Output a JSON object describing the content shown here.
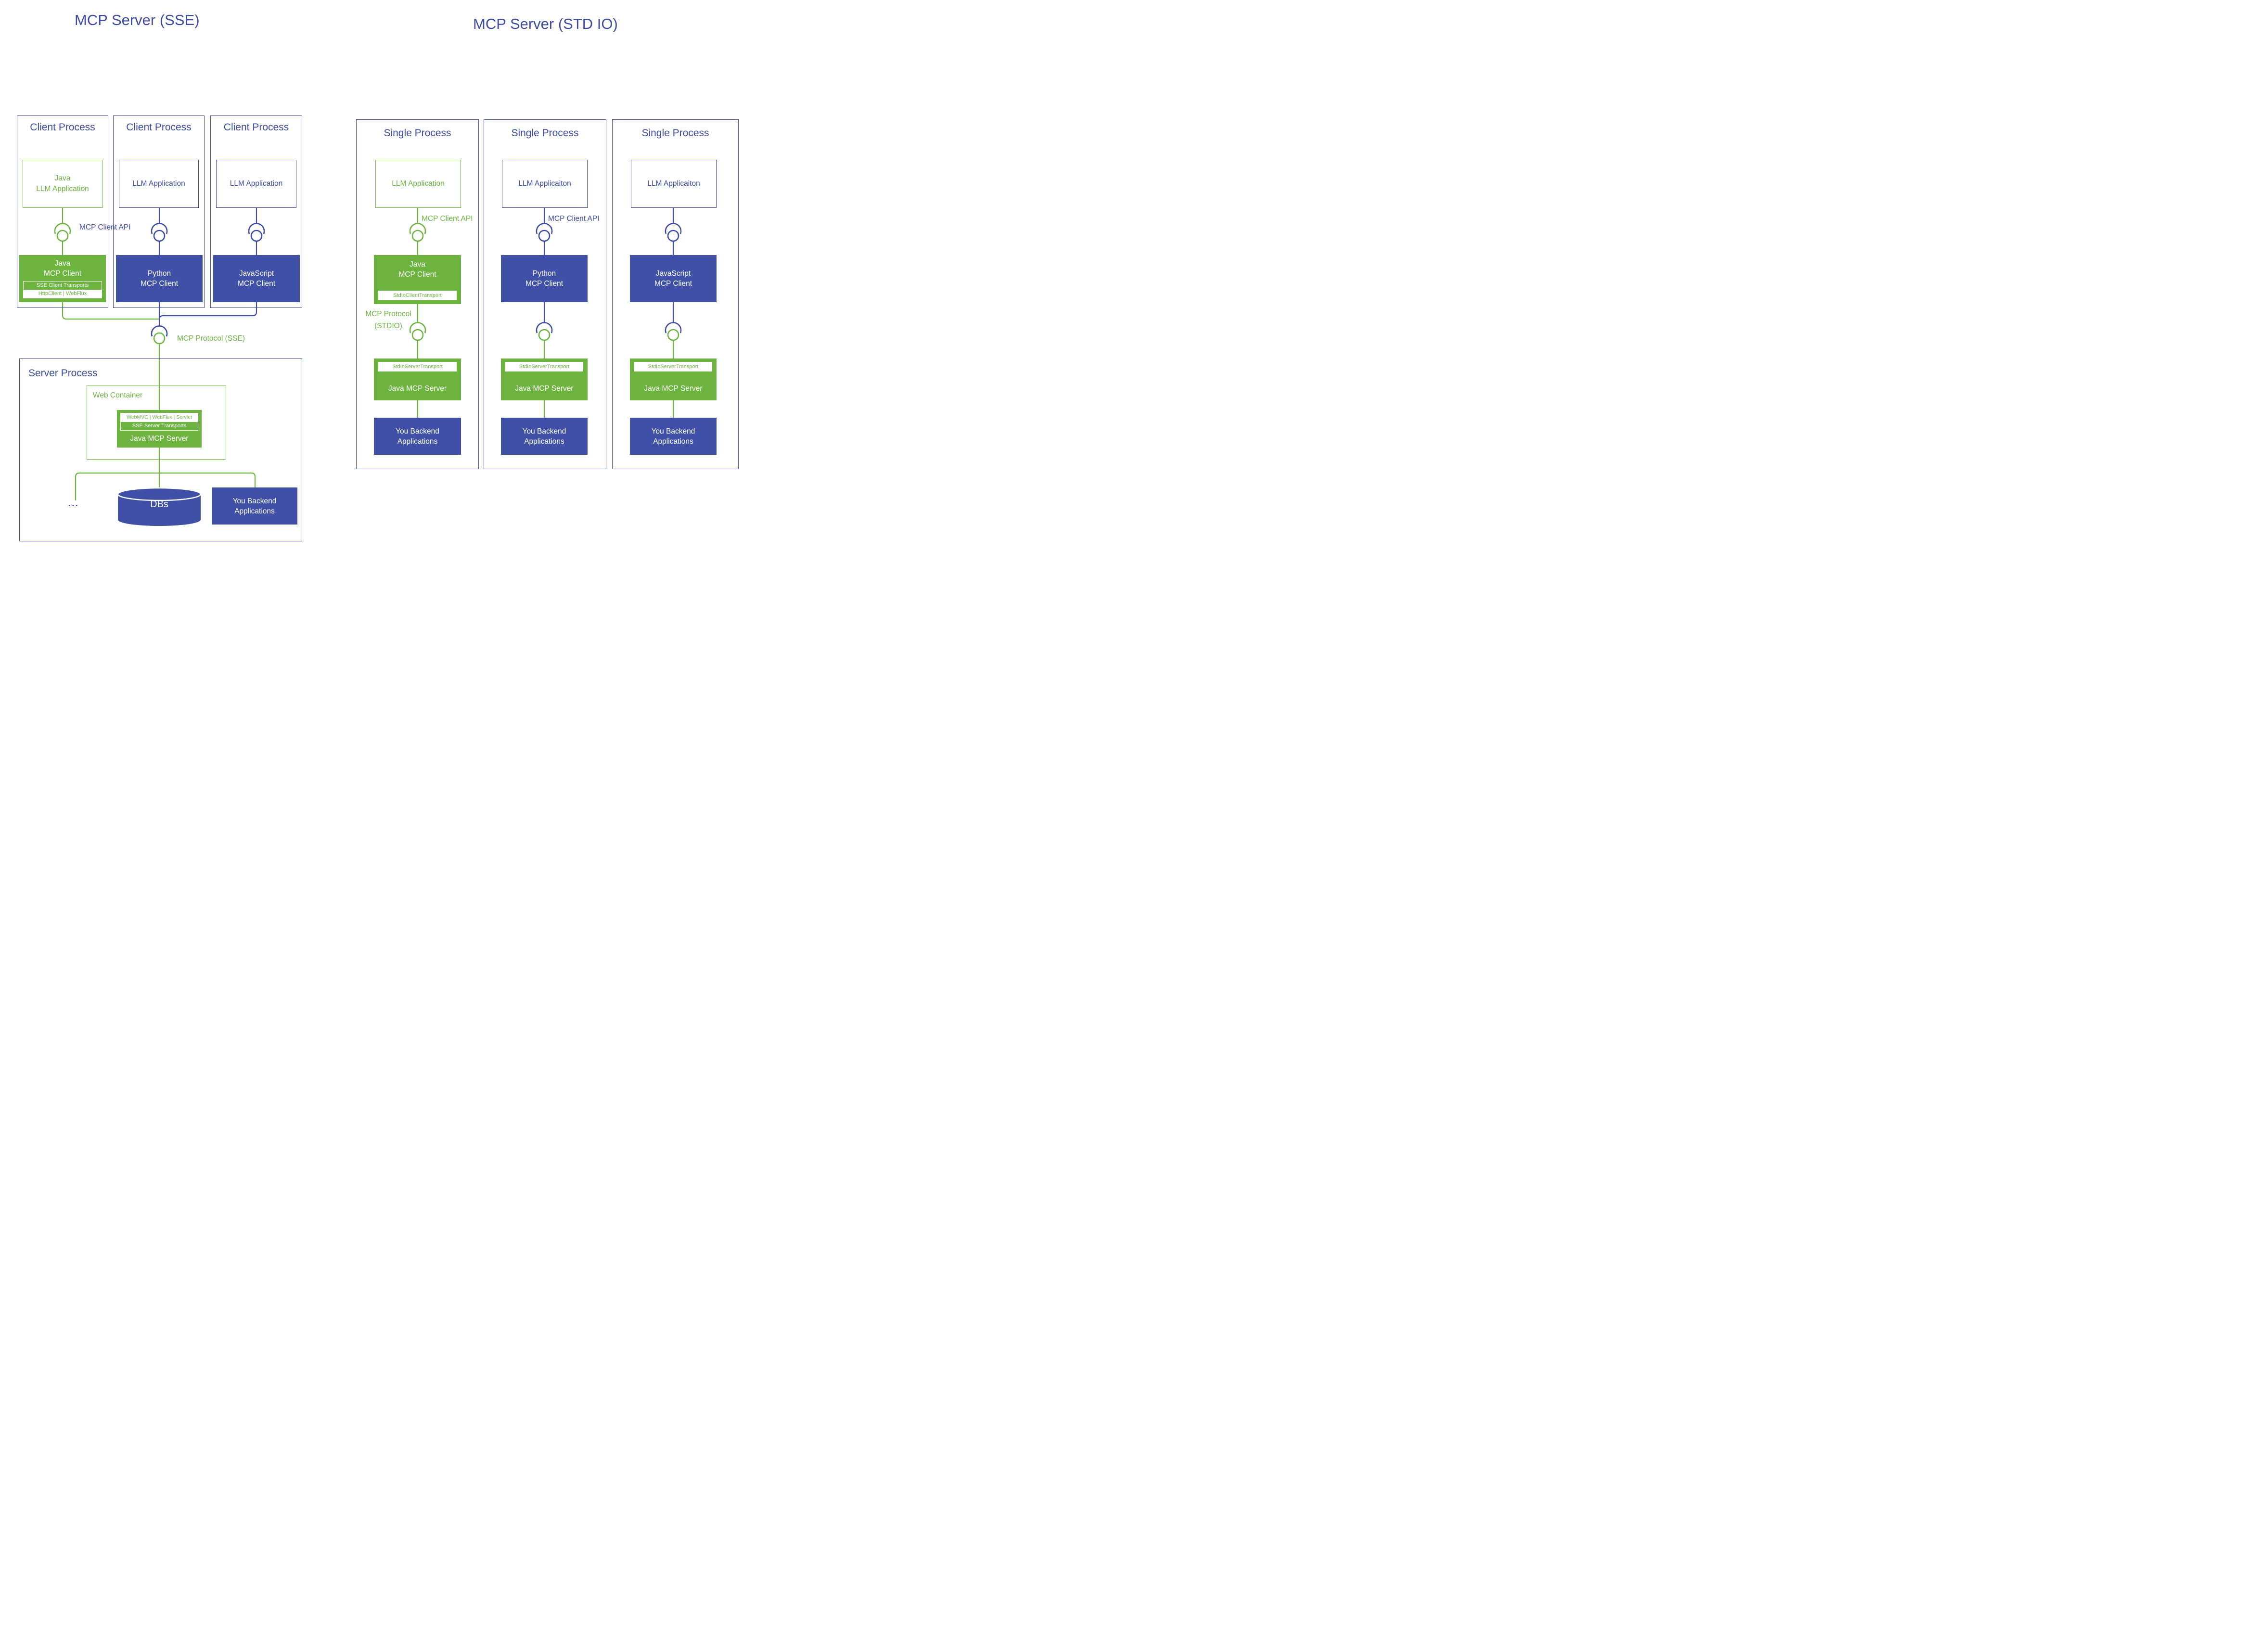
{
  "colors": {
    "green": "#6DB33F",
    "blue": "#4050A6"
  },
  "left": {
    "title": "MCP Server (SSE)",
    "client_api_label": "MCP Client API",
    "protocol_label": "MCP Protocol (SSE)",
    "columns": [
      {
        "header": "Client Process",
        "llm_lines": [
          "Java",
          "LLM Application"
        ],
        "client_lines": [
          "Java",
          "MCP Client"
        ],
        "transport_label": "SSE Client Transports",
        "transport_impls": "HttpClient | WebFlux"
      },
      {
        "header": "Client Process",
        "llm_lines": [
          "LLM Application"
        ],
        "client_lines": [
          "Python",
          "MCP Client"
        ]
      },
      {
        "header": "Client Process",
        "llm_lines": [
          "LLM Application"
        ],
        "client_lines": [
          "JavaScript",
          "MCP Client"
        ]
      }
    ],
    "server": {
      "header": "Server Process",
      "web_container_label": "Web Container",
      "frameworks_label": "WebMVC | WebFlux | Servlet",
      "transport_label": "SSE Server Transports",
      "server_name": "Java MCP Server",
      "ellipsis": "...",
      "db_label": "DBs",
      "backend_lines": [
        "You Backend",
        "Applications"
      ]
    }
  },
  "right": {
    "title": "MCP Server (STD IO)",
    "columns": [
      {
        "header": "Single Process",
        "llm_label": "LLM Application",
        "api_label": "MCP Client API",
        "client_lines": [
          "Java",
          "MCP Client"
        ],
        "client_transport": "StdIoClientTransport",
        "protocol_lines": [
          "MCP Protocol",
          "(STDIO)"
        ],
        "server_transport": "StdIoServerTransport",
        "server_name": "Java MCP Server",
        "backend_lines": [
          "You Backend",
          "Applications"
        ]
      },
      {
        "header": "Single Process",
        "llm_label": "LLM Applicaiton",
        "api_label": "MCP Client API",
        "client_lines": [
          "Python",
          "MCP Client"
        ],
        "server_transport": "StdIoServerTransport",
        "server_name": "Java MCP Server",
        "backend_lines": [
          "You Backend",
          "Applications"
        ]
      },
      {
        "header": "Single Process",
        "llm_label": "LLM Applicaiton",
        "client_lines": [
          "JavaScript",
          "MCP Client"
        ],
        "server_transport": "StdIoServerTransport",
        "server_name": "Java MCP Server",
        "backend_lines": [
          "You Backend",
          "Applications"
        ]
      }
    ]
  }
}
